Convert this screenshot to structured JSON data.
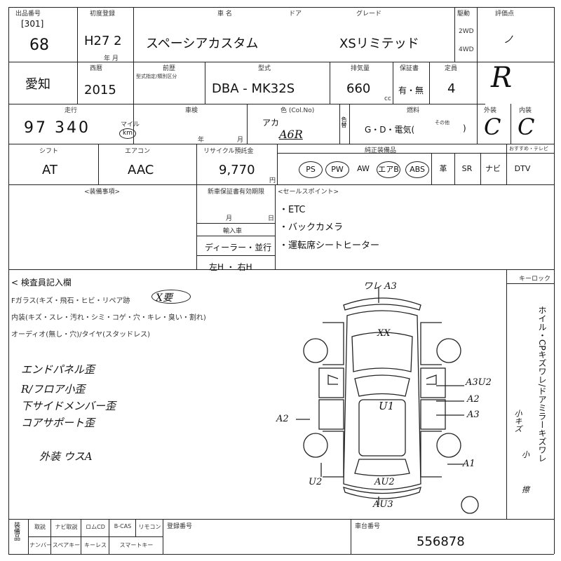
{
  "header": {
    "lot_label": "出品番号",
    "lot_sub": "[301]",
    "lot_no": "68",
    "reg_label": "初度登録",
    "reg_value": "H27 2",
    "reg_unit": "年 月",
    "model_label": "車 名",
    "model_value": "スペーシアカスタム",
    "door_label": "ドア",
    "grade_label": "グレード",
    "grade_value": "XSリミテッド",
    "drive_label": "駆動",
    "drive_2wd": "2WD",
    "drive_4wd": "4WD",
    "rating_label": "評価点",
    "rating_value": "R",
    "rating_mark": "ノ"
  },
  "row2": {
    "region": "愛知",
    "year_label": "西暦",
    "year": "2015",
    "hist_label": "前歴",
    "hist_sub": "型式指定/類別区分",
    "model_code_label": "型式",
    "model_code": "DBA - MK32S",
    "disp_label": "排気量",
    "disp": "660",
    "disp_unit": "cc",
    "warranty_label": "保証書",
    "warranty": "有・無",
    "capacity_label": "定員",
    "capacity": "4"
  },
  "row3": {
    "mileage_label": "走行",
    "mileage": "97 340",
    "mileage_unit": "km",
    "mileage_alt": "マイル",
    "inspection_label": "車検",
    "inspection_y": "年",
    "inspection_m": "月",
    "color_label": "色 (Col.No)",
    "color": "アカ",
    "color_code": "A6R",
    "color_change": "色替",
    "fuel_label": "燃料",
    "fuel_options": "G・D・電気(",
    "fuel_other": "その他",
    "fuel_close": ")",
    "exterior_label": "外装",
    "exterior": "C",
    "interior_label": "内装",
    "interior": "C"
  },
  "row4": {
    "shift_label": "シフト",
    "shift": "AT",
    "ac_label": "エアコン",
    "ac": "AAC",
    "recycle_label": "リサイクル預託金",
    "recycle": "9,770",
    "recycle_unit": "円",
    "equip_label": "純正装備品",
    "equip": [
      "PS",
      "PW",
      "AW",
      "エアB",
      "ABS",
      "革",
      "SR",
      "ナビ",
      "DTV"
    ],
    "equip_circled": [
      true,
      true,
      false,
      true,
      true,
      false,
      false,
      false,
      false
    ],
    "tv_label": "おすすめ・テレビ"
  },
  "notes": {
    "notes_label": "<装備事項>",
    "period_label": "新車保証書有効期限",
    "month": "月",
    "day": "日",
    "import_label": "輸入車",
    "import_value": "ディーラー・並行",
    "hand_value": "左H ・ 右H",
    "sales_label": "<セールスポイント>",
    "sales_points": [
      "・ETC",
      "・バックカメラ",
      "・運転席シートヒーター"
    ]
  },
  "inspector": {
    "title": "< 検査員記入欄",
    "line1": "Fガラス(キズ・飛石・ヒビ・リペア跡",
    "line1_note": "X要",
    "line2": "内装(キズ・スレ・汚れ・シミ・コゲ・穴・キレ・臭い・割れ)",
    "line3": "オーディオ(無し・穴)/タイヤ(スタッドレス)",
    "handwritten": [
      "エンドパネル歪",
      "R/フロア小歪",
      "下サイドメンバー歪",
      "コアサポート歪"
    ],
    "exterior_note": "外装 ウスA"
  },
  "diagram": {
    "marks": {
      "front": "ワレ A3",
      "roof": "U1",
      "bonnet": "XX",
      "right_a302": "A3U2",
      "right_a2": "A2",
      "right_a3": "A3",
      "left_a2": "A2",
      "rear_right_a1": "A1",
      "rear_left_u2": "U2",
      "rear_au2": "AU2",
      "rear_au3": "AU3"
    },
    "key_label": "キーロック",
    "side_vertical": "ホイル・CPキズワレ/ドアミラーキズワレ",
    "side_notes": [
      "小キズ",
      "小",
      "擦"
    ]
  },
  "footer": {
    "equip_label": "装備品",
    "items_top": [
      "取説",
      "ナビ取説",
      "ロムCD",
      "B-CAS",
      "リモコン"
    ],
    "items_bottom": [
      "ナンバー",
      "スペアキー",
      "キーレス",
      "スマートキー"
    ],
    "reg_no_label": "登録番号",
    "chassis_label": "車台番号",
    "chassis": "556878"
  }
}
